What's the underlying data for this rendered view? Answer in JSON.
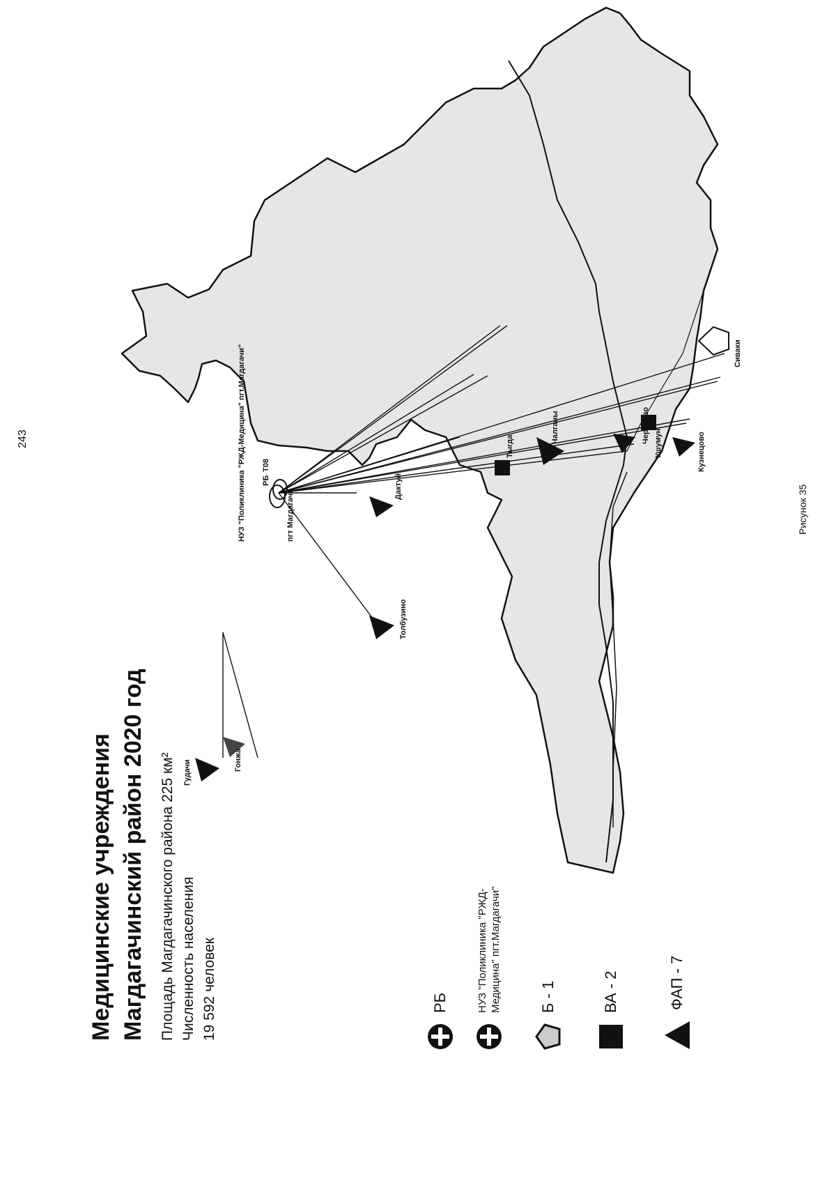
{
  "page_number": "243",
  "title_line1": "Медицинские учреждения",
  "title_line2": "Магдагачинский район 2020 год",
  "area_text": "Площадь Магдагачинского района 225 км²",
  "population_label": "Численность населения",
  "population_value": "19 592 человек",
  "legend": [
    {
      "symbol": "cross-circle-icon",
      "label": "РБ"
    },
    {
      "symbol": "cross-circle-icon",
      "label": "НУЗ \"Поликлиника \"РЖД-Медицина\" пгт.Магдагачи\""
    },
    {
      "symbol": "pentagon-icon",
      "label": "Б - 1"
    },
    {
      "symbol": "square-icon",
      "label": "ВА - 2"
    },
    {
      "symbol": "triangle-icon",
      "label": "ФАП - 7"
    }
  ],
  "map": {
    "center_label": "пгт Магдагачи",
    "center_note": "НУЗ \"Поликлиника \"РЖД-Медицина\" пгт.Магдагачи\"",
    "center_code_rb": "РБ",
    "center_code_road": "Т08",
    "places": [
      "Гудачи",
      "Гонжа",
      "Тыгда",
      "Дактуй",
      "Чалганы",
      "Ушумун",
      "Сиваки",
      "Черняево",
      "Кузнецово",
      "Толбузино"
    ]
  },
  "figure_caption": "Рисунок 35",
  "colors": {
    "map_fill": "#e6e6e6",
    "ink": "#111111"
  }
}
